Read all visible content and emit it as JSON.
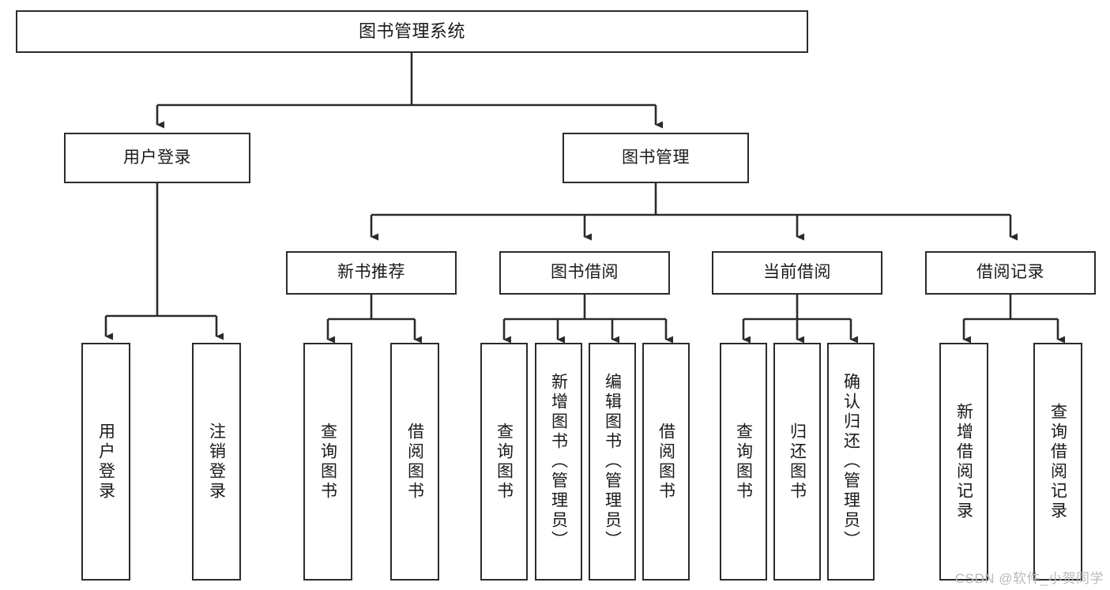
{
  "diagram": {
    "title": "图书管理系统",
    "type": "tree-hierarchy",
    "colors": {
      "box_border": "#2b2b2b",
      "box_fill": "#ffffff",
      "edge": "#2b2b2b",
      "background": "#ffffff",
      "watermark": "#b9b9b9"
    },
    "nodes": {
      "root": {
        "label": "图书管理系统"
      },
      "level2": [
        {
          "id": "user-login",
          "label": "用户登录"
        },
        {
          "id": "book-management",
          "label": "图书管理"
        }
      ],
      "level3": [
        {
          "id": "new-book-recommend",
          "label": "新书推荐"
        },
        {
          "id": "book-borrow",
          "label": "图书借阅"
        },
        {
          "id": "current-borrow",
          "label": "当前借阅"
        },
        {
          "id": "borrow-record",
          "label": "借阅记录"
        }
      ],
      "leaves": {
        "user-login": [
          {
            "id": "leaf-user-login",
            "label": "用户登录"
          },
          {
            "id": "leaf-logout-login",
            "label": "注销登录"
          }
        ],
        "new-book-recommend": [
          {
            "id": "leaf-query-book-1",
            "label": "查询图书"
          },
          {
            "id": "leaf-borrow-book-1",
            "label": "借阅图书"
          }
        ],
        "book-borrow": [
          {
            "id": "leaf-query-book-2",
            "label": "查询图书"
          },
          {
            "id": "leaf-add-book",
            "label": "新增图书（管理员）"
          },
          {
            "id": "leaf-edit-book",
            "label": "编辑图书（管理员）"
          },
          {
            "id": "leaf-borrow-book-2",
            "label": "借阅图书"
          }
        ],
        "current-borrow": [
          {
            "id": "leaf-query-book-3",
            "label": "查询图书"
          },
          {
            "id": "leaf-return-book",
            "label": "归还图书"
          },
          {
            "id": "leaf-confirm-return",
            "label": "确认归还（管理员）"
          }
        ],
        "borrow-record": [
          {
            "id": "leaf-add-record",
            "label": "新增借阅记录"
          },
          {
            "id": "leaf-query-record",
            "label": "查询借阅记录"
          }
        ]
      }
    },
    "watermark": "CSDN @软件_小贺同学"
  }
}
